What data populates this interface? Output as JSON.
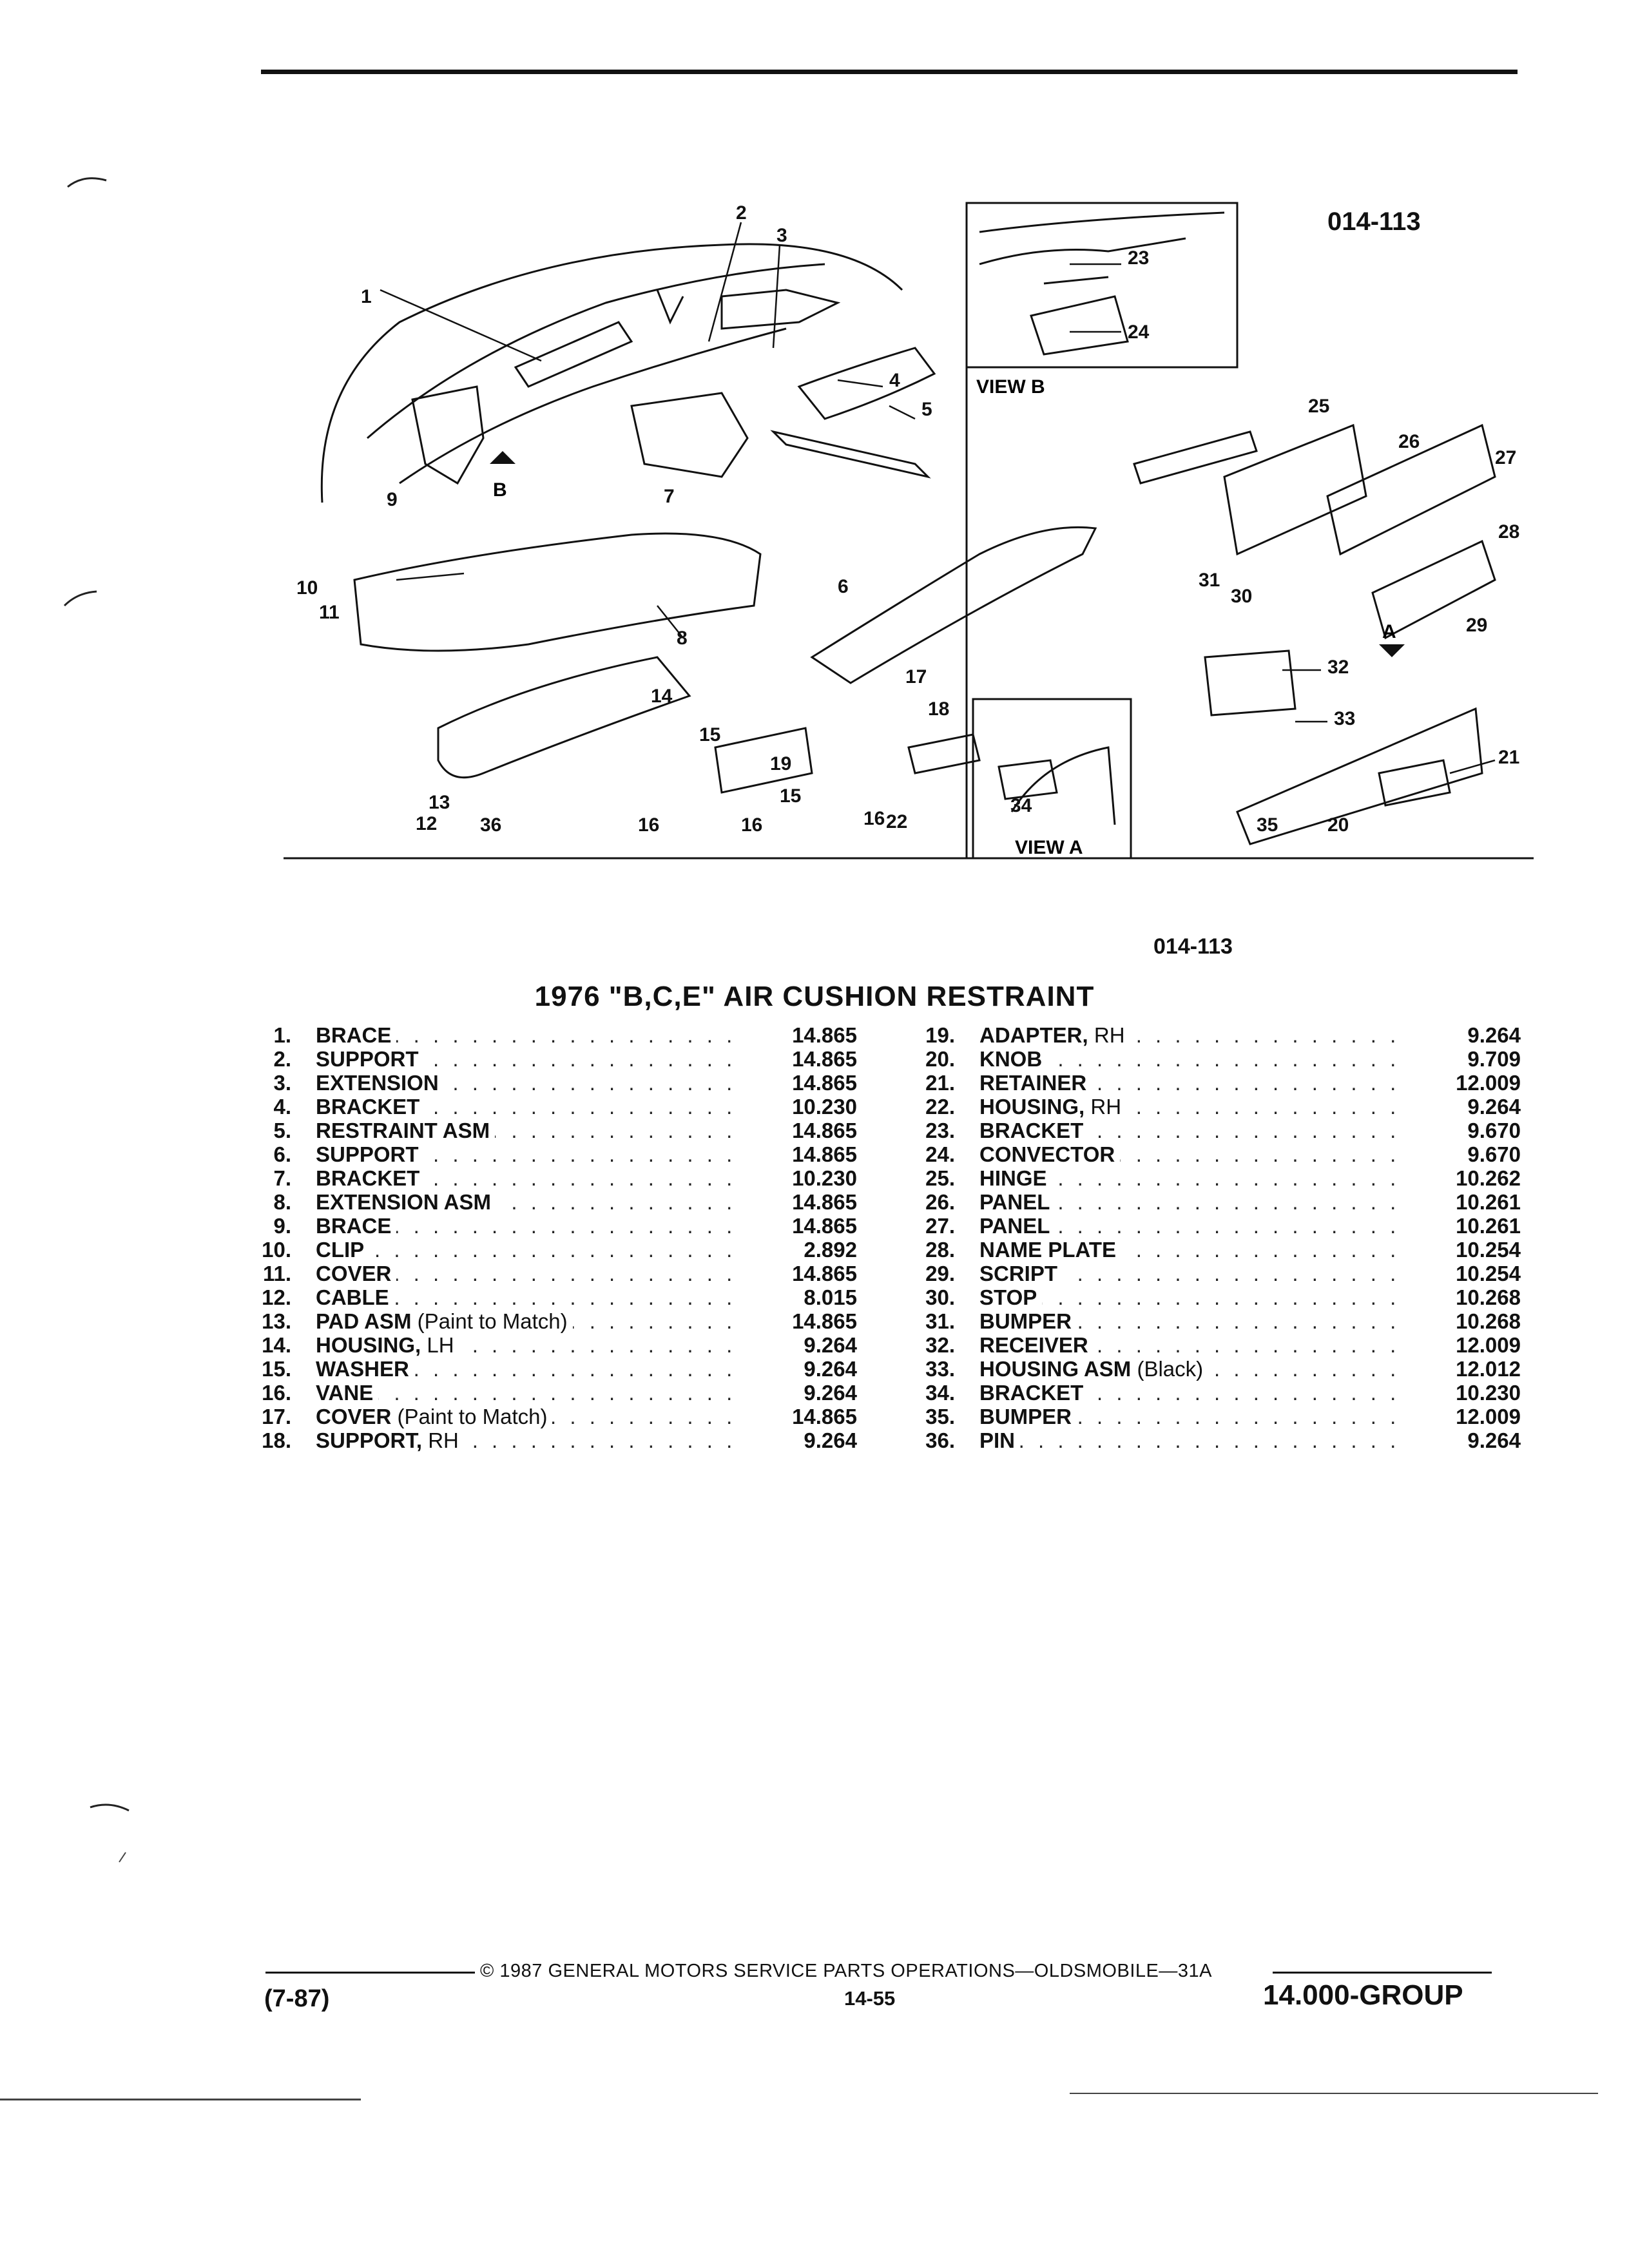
{
  "figure": {
    "code_top": "014-113",
    "code_mid": "014-113",
    "view_a_label": "VIEW A",
    "view_b_label": "VIEW B",
    "arrow_a_letter": "A",
    "arrow_b_letter": "B",
    "callouts": [
      "1",
      "2",
      "3",
      "4",
      "5",
      "6",
      "7",
      "8",
      "9",
      "10",
      "11",
      "12",
      "13",
      "14",
      "15",
      "16",
      "17",
      "18",
      "19",
      "15",
      "16",
      "22",
      "36",
      "20",
      "21",
      "35",
      "23",
      "24",
      "25",
      "26",
      "27",
      "28",
      "29",
      "30",
      "31",
      "32",
      "33",
      "34"
    ]
  },
  "title": "1976 \"B,C,E\" AIR CUSHION RESTRAINT",
  "parts_left": [
    {
      "num": "1.",
      "name": "BRACE",
      "note": "",
      "value": "14.865"
    },
    {
      "num": "2.",
      "name": "SUPPORT",
      "note": "",
      "value": "14.865"
    },
    {
      "num": "3.",
      "name": "EXTENSION",
      "note": "",
      "value": "14.865"
    },
    {
      "num": "4.",
      "name": "BRACKET",
      "note": "",
      "value": "10.230"
    },
    {
      "num": "5.",
      "name": "RESTRAINT ASM",
      "note": "",
      "value": "14.865"
    },
    {
      "num": "6.",
      "name": "SUPPORT",
      "note": "",
      "value": "14.865"
    },
    {
      "num": "7.",
      "name": "BRACKET",
      "note": "",
      "value": "10.230"
    },
    {
      "num": "8.",
      "name": "EXTENSION ASM",
      "note": "",
      "value": "14.865"
    },
    {
      "num": "9.",
      "name": "BRACE",
      "note": "",
      "value": "14.865"
    },
    {
      "num": "10.",
      "name": "CLIP",
      "note": "",
      "value": "2.892"
    },
    {
      "num": "11.",
      "name": "COVER",
      "note": "",
      "value": "14.865"
    },
    {
      "num": "12.",
      "name": "CABLE",
      "note": "",
      "value": "8.015"
    },
    {
      "num": "13.",
      "name": "PAD ASM",
      "note": "(Paint to Match)",
      "value": "14.865"
    },
    {
      "num": "14.",
      "name": "HOUSING,",
      "note": "LH",
      "value": "9.264"
    },
    {
      "num": "15.",
      "name": "WASHER",
      "note": "",
      "value": "9.264"
    },
    {
      "num": "16.",
      "name": "VANE",
      "note": "",
      "value": "9.264"
    },
    {
      "num": "17.",
      "name": "COVER",
      "note": "(Paint to Match)",
      "value": "14.865"
    },
    {
      "num": "18.",
      "name": "SUPPORT,",
      "note": "RH",
      "value": "9.264"
    }
  ],
  "parts_right": [
    {
      "num": "19.",
      "name": "ADAPTER,",
      "note": "RH",
      "value": "9.264"
    },
    {
      "num": "20.",
      "name": "KNOB",
      "note": "",
      "value": "9.709"
    },
    {
      "num": "21.",
      "name": "RETAINER",
      "note": "",
      "value": "12.009"
    },
    {
      "num": "22.",
      "name": "HOUSING,",
      "note": "RH",
      "value": "9.264"
    },
    {
      "num": "23.",
      "name": "BRACKET",
      "note": "",
      "value": "9.670"
    },
    {
      "num": "24.",
      "name": "CONVECTOR",
      "note": "",
      "value": "9.670"
    },
    {
      "num": "25.",
      "name": "HINGE",
      "note": "",
      "value": "10.262"
    },
    {
      "num": "26.",
      "name": "PANEL",
      "note": "",
      "value": "10.261"
    },
    {
      "num": "27.",
      "name": "PANEL",
      "note": "",
      "value": "10.261"
    },
    {
      "num": "28.",
      "name": "NAME PLATE",
      "note": "",
      "value": "10.254"
    },
    {
      "num": "29.",
      "name": "SCRIPT",
      "note": "",
      "value": "10.254"
    },
    {
      "num": "30.",
      "name": "STOP",
      "note": "",
      "value": "10.268"
    },
    {
      "num": "31.",
      "name": "BUMPER",
      "note": "",
      "value": "10.268"
    },
    {
      "num": "32.",
      "name": "RECEIVER",
      "note": "",
      "value": "12.009"
    },
    {
      "num": "33.",
      "name": "HOUSING ASM",
      "note": "(Black)",
      "value": "12.012"
    },
    {
      "num": "34.",
      "name": "BRACKET",
      "note": "",
      "value": "10.230"
    },
    {
      "num": "35.",
      "name": "BUMPER",
      "note": "",
      "value": "12.009"
    },
    {
      "num": "36.",
      "name": "PIN",
      "note": "",
      "value": "9.264"
    }
  ],
  "footer": {
    "copyright": "© 1987 GENERAL MOTORS SERVICE PARTS OPERATIONS—OLDSMOBILE—31A",
    "left": "(7-87)",
    "center": "14-55",
    "right": "14.000-GROUP"
  }
}
